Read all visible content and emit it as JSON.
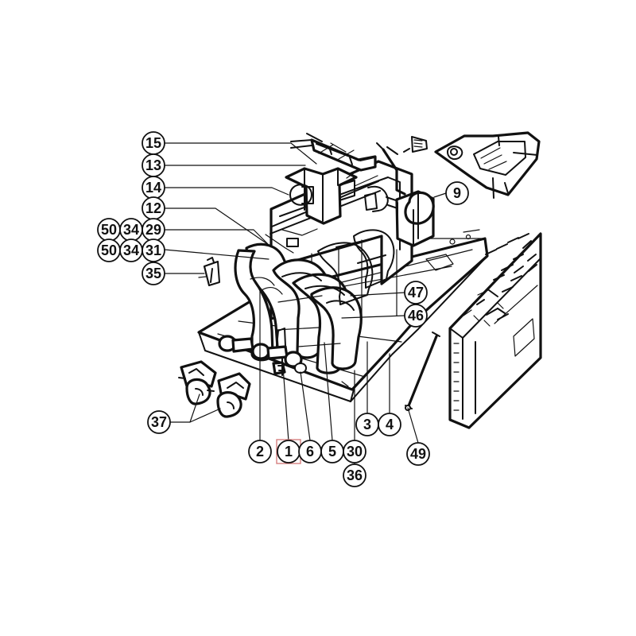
{
  "callouts": {
    "c15": "15",
    "c13": "13",
    "c14": "14",
    "c12": "12",
    "c50a": "50",
    "c34a": "34",
    "c29": "29",
    "c50b": "50",
    "c34b": "34",
    "c31": "31",
    "c35": "35",
    "c9": "9",
    "c47": "47",
    "c46": "46",
    "c37": "37",
    "c2": "2",
    "c1": "1",
    "c6": "6",
    "c5": "5",
    "c30": "30",
    "c3": "3",
    "c4": "4",
    "c49": "49",
    "c36": "36"
  },
  "selected_part": "1",
  "colors": {
    "ink": "#111111",
    "paper": "#ffffff",
    "selection": "#d67f7f"
  }
}
